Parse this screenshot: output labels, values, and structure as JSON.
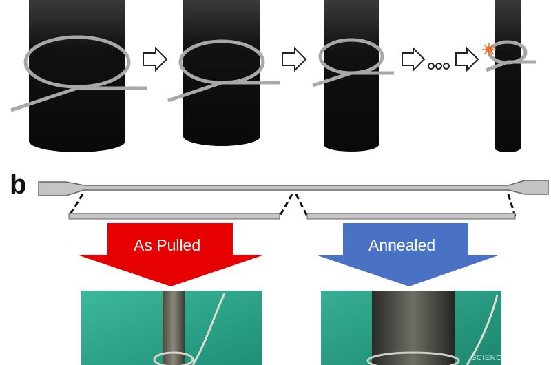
{
  "panel_b": {
    "letter": "b",
    "as_pulled_label": "As Pulled",
    "annealed_label": "Annealed"
  },
  "watermark": "SCIENCEAQ.COM",
  "colors": {
    "rod": "#111111",
    "wire": "#a8a8a8",
    "as_pulled_arrow": "#e60000",
    "annealed_arrow": "#4a72c4",
    "photo_background": "#2fa88e",
    "spark": "#e8702a"
  },
  "icons": [
    "step-arrow-icon",
    "ellipsis-icon",
    "spark-icon",
    "down-arrow-icon"
  ]
}
